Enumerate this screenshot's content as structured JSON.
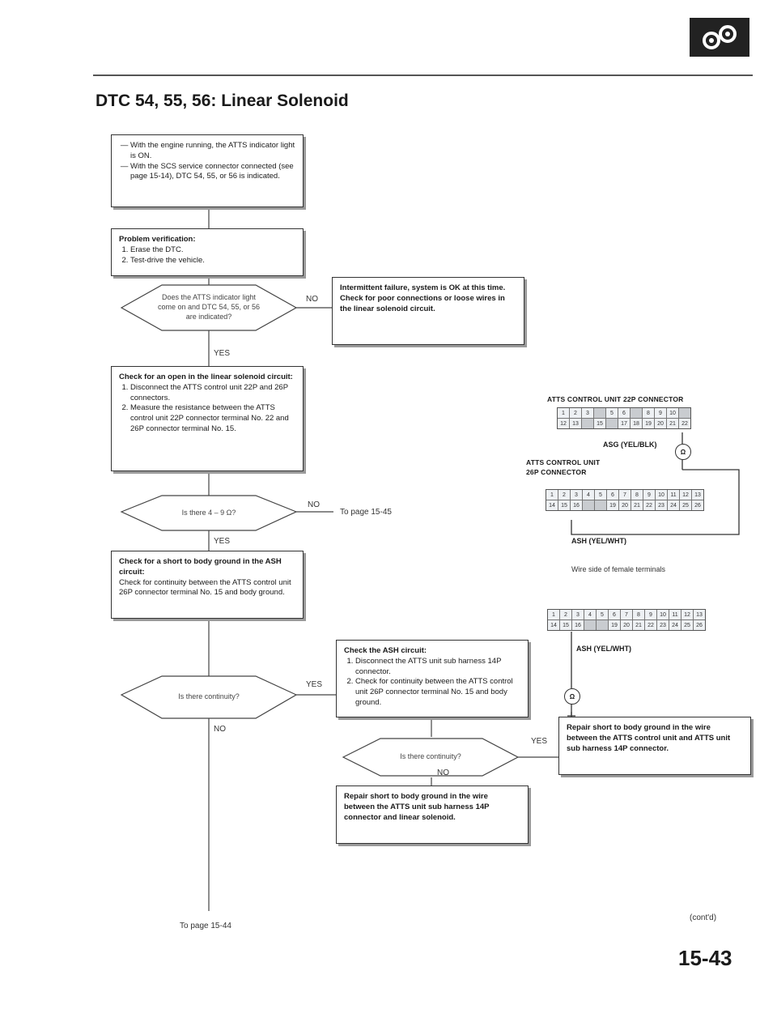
{
  "header": {
    "title": "DTC 54, 55, 56: Linear Solenoid",
    "logo_icon": "gears-logo-icon"
  },
  "flow": {
    "start": [
      "With the engine running, the ATTS indicator light is ON.",
      "With the SCS service connector connected (see page 15-14), DTC 54, 55, or 56 is indicated."
    ],
    "verify": {
      "title": "Problem verification:",
      "steps": [
        "Erase the DTC.",
        "Test-drive the vehicle."
      ]
    },
    "q1": "Does the ATTS indicator light come on and DTC 54, 55, or 56 are indicated?",
    "intermittent": "Intermittent failure, system is OK at this time. Check for poor connections or loose wires in the linear solenoid circuit.",
    "open_check": {
      "title": "Check for an open in the linear solenoid circuit:",
      "steps": [
        "Disconnect the ATTS control unit 22P and 26P connectors.",
        "Measure the resistance between the ATTS control unit 22P connector terminal No. 22 and 26P connector terminal No. 15."
      ]
    },
    "q2": "Is there 4 – 9 Ω?",
    "to_page_45": "To page 15-45",
    "short_check": {
      "title": "Check for a short to body ground in the ASH circuit:",
      "body": "Check for continuity between the ATTS control unit 26P connector terminal No. 15 and body ground."
    },
    "q3": "Is there continuity?",
    "ash_check": {
      "title": "Check the ASH circuit:",
      "steps": [
        "Disconnect the ATTS unit sub harness 14P connector.",
        "Check for continuity between the ATTS control unit 26P connector terminal No. 15 and body ground."
      ]
    },
    "q4": "Is there continuity?",
    "repair1": "Repair short to body ground in the wire between the ATTS control unit and ATTS unit sub harness 14P connector.",
    "repair2": "Repair short to body ground in the wire between the ATTS unit sub harness 14P connector and linear solenoid.",
    "to_page_44": "To page 15-44",
    "yes": "YES",
    "no": "NO"
  },
  "diagram": {
    "c22_title": "ATTS CONTROL UNIT 22P CONNECTOR",
    "c22_row1": [
      "1",
      "2",
      "3",
      "",
      "5",
      "6",
      "",
      "8",
      "9",
      "10",
      ""
    ],
    "c22_row2": [
      "12",
      "13",
      "",
      "15",
      "",
      "17",
      "18",
      "19",
      "20",
      "21",
      "22"
    ],
    "asg_wire": "ASG (YEL/BLK)",
    "c26_title1": "ATTS CONTROL UNIT",
    "c26_title2": "26P CONNECTOR",
    "c26_row1": [
      "1",
      "2",
      "3",
      "4",
      "5",
      "6",
      "7",
      "8",
      "9",
      "10",
      "11",
      "12",
      "13"
    ],
    "c26_row2": [
      "14",
      "15",
      "16",
      "",
      "",
      "19",
      "20",
      "21",
      "22",
      "23",
      "24",
      "25",
      "26"
    ],
    "ash_wire": "ASH (YEL/WHT)",
    "wire_side_note": "Wire side of female terminals",
    "ohm_symbol": "Ω",
    "ash_wire2": "ASH (YEL/WHT)"
  },
  "footer": {
    "contd": "(cont'd)",
    "page_number": "15-43"
  }
}
